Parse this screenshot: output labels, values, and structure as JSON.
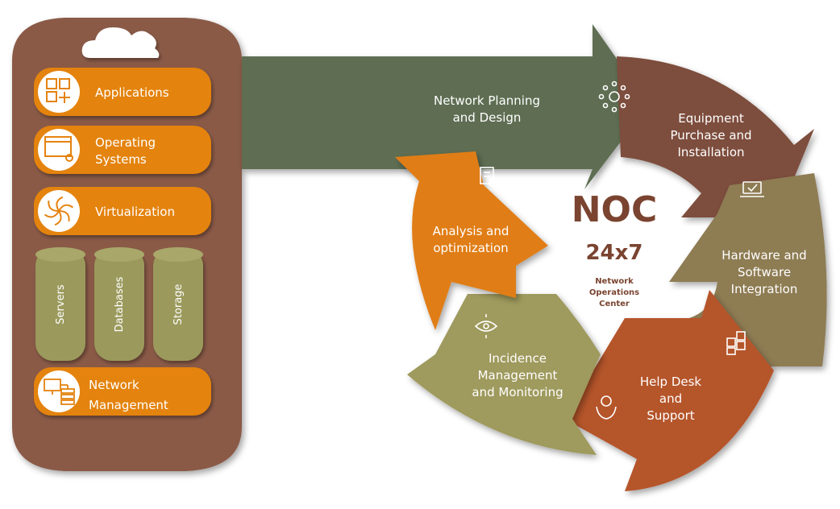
{
  "stack": {
    "items": [
      {
        "label": "Applications",
        "icon": "applications-grid-icon"
      },
      {
        "label": "Operating Systems",
        "icon": "os-window-icon"
      },
      {
        "label": "Virtualization",
        "icon": "virtualization-swirl-icon"
      }
    ],
    "infra": [
      {
        "label": "Servers"
      },
      {
        "label": "Databases"
      },
      {
        "label": "Storage"
      }
    ],
    "network": {
      "line1": "Network",
      "line2": "Management",
      "icon": "network-computer-icon"
    }
  },
  "cycle": {
    "center": {
      "title": "NOC",
      "subtitle": "24x7",
      "caption1": "Network",
      "caption2": "Operations",
      "caption3": "Center"
    },
    "steps": [
      {
        "lines": [
          "Network Planning",
          "and Design"
        ],
        "icon": "network-nodes-icon",
        "color": "#5e6e52"
      },
      {
        "lines": [
          "Equipment",
          "Purchase and",
          "Installation"
        ],
        "icon": "laptop-check-icon",
        "color": "#7d4d3c"
      },
      {
        "lines": [
          "Hardware and",
          "Software",
          "Integration"
        ],
        "icon": "puzzle-icon",
        "color": "#8e7b52"
      },
      {
        "lines": [
          "Help Desk",
          "and",
          "Support"
        ],
        "icon": "support-hands-icon",
        "color": "#b5542c"
      },
      {
        "lines": [
          "Incidence",
          "Management",
          "and Monitoring"
        ],
        "icon": "monitoring-eye-icon",
        "color": "#9f9a5d"
      },
      {
        "lines": [
          "Analysis and",
          "optimization"
        ],
        "icon": "analysis-report-icon",
        "color": "#e07d17"
      }
    ]
  },
  "colors": {
    "brown": "#8a5a47",
    "orange": "#e4830f",
    "olive": "#9b9a5c",
    "green": "#5e6e52"
  }
}
